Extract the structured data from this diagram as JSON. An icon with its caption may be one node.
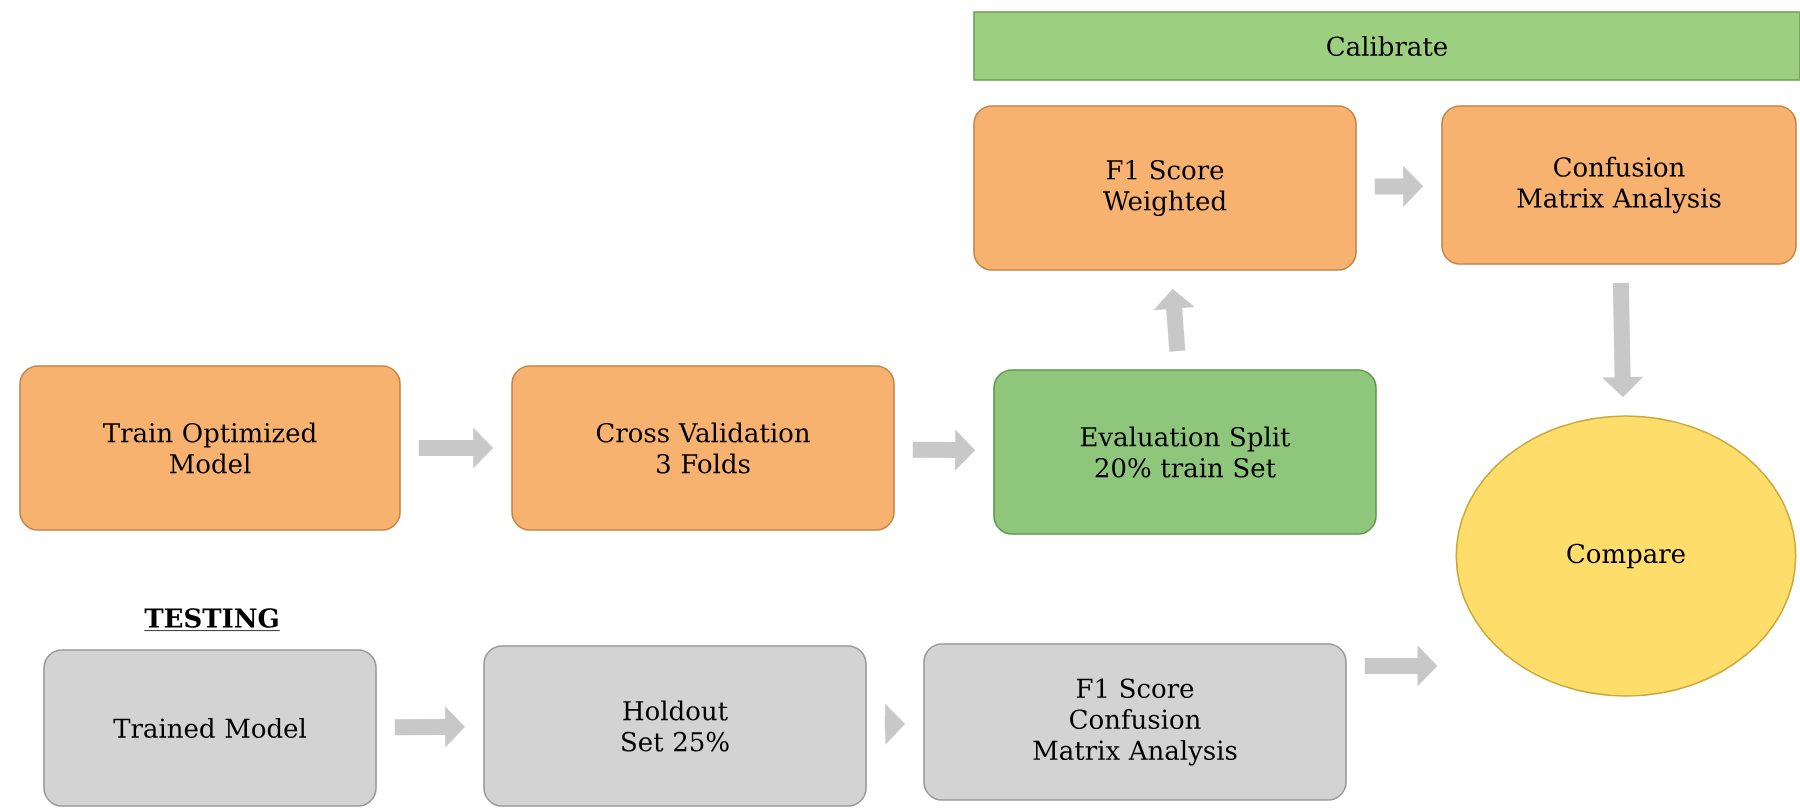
{
  "diagram": {
    "nodes": [
      {
        "text": [
          "Calibrate"
        ]
      },
      {
        "text": [
          "F1 Score Weighted"
        ]
      },
      {
        "text": [
          "Confusion Matrix Analysis"
        ]
      },
      {
        "text": [
          "Train Optimized Model"
        ]
      },
      {
        "text": [
          "Cross Validation 3 Folds"
        ]
      },
      {
        "text": [
          "Evaluation Split 20% train Set"
        ]
      },
      {
        "text": [
          "Compare"
        ]
      },
      {
        "text": [
          "Trained Model"
        ]
      },
      {
        "text": [
          "Holdout Set 25%"
        ]
      },
      {
        "text": [
          "F1 Score Confusion Matrix Analysis"
        ]
      }
    ],
    "edges": [
      {
        "from": 3,
        "to": 4,
        "arrow": "to"
      },
      {
        "from": 4,
        "to": 5,
        "arrow": "to"
      },
      {
        "from": 5,
        "to": 1,
        "arrow": "to"
      },
      {
        "from": 1,
        "to": 2,
        "arrow": "to"
      },
      {
        "from": 2,
        "to": 6,
        "arrow": "to"
      },
      {
        "from": 7,
        "to": 8,
        "arrow": "to"
      },
      {
        "from": 8,
        "to": 9,
        "arrow": "to"
      },
      {
        "from": 9,
        "to": 6,
        "arrow": "to"
      }
    ],
    "labels": [
      "TESTING"
    ]
  }
}
